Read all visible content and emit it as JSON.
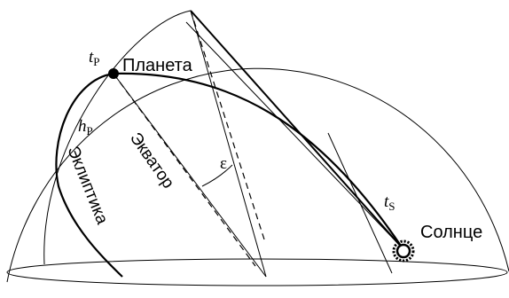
{
  "labels": {
    "planet": "Планета",
    "sun": "Солнце",
    "ecliptic": "Эклиптика",
    "equator": "Экватор",
    "epsilon": "ε",
    "t_p_main": "t",
    "t_p_sub": "P",
    "h_p_main": "h",
    "h_p_sub": "P",
    "t_s_main": "t",
    "t_s_sub": "S"
  },
  "colors": {
    "ink": "#000000",
    "background": "#ffffff"
  }
}
